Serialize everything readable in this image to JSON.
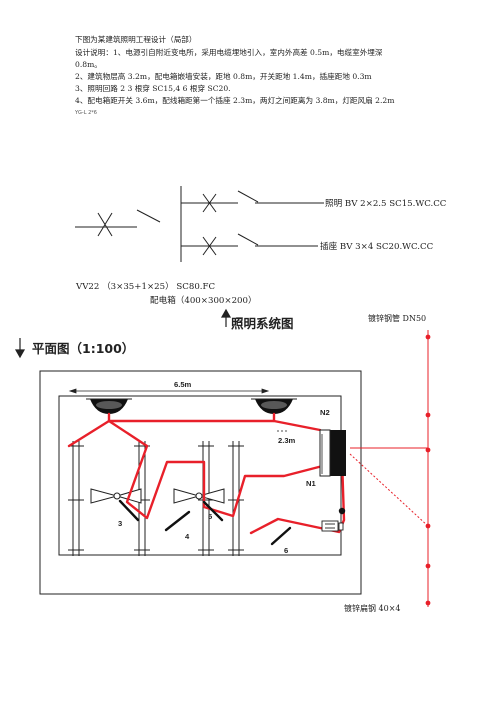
{
  "intro": "下图为某建筑照明工程设计（局部）",
  "notes": [
    "设计说明：1、电源引自附近变电所，采用电缆埋地引入，室内外高差 0.5m，电缆室外埋深",
    "0.8m。",
    "2、建筑物层高 3.2m，配电箱嵌墙安装，距地 0.8m，开关距地 1.4m，插座距地 0.3m",
    "3、照明回路 2 3 根穿 SC15,4 6 根穿 SC20.",
    "4、配电箱距开关 3.6m，配线箱距第一个插座 2.3m，两灯之间距离为 3.8m，灯距风扇 2.2m"
  ],
  "small_note": "YG-L 2*6",
  "system": {
    "lighting_circuit": "照明 BV 2×2.5 SC15.WC.CC",
    "socket_circuit": "插座 BV 3×4 SC20.WC.CC",
    "cable": "VV22 （3×35+1×25） SC80.FC",
    "panel": "配电箱（400×300×200）"
  },
  "titles": {
    "system_title": "照明系统图",
    "plan_title": "平面图（1:100）"
  },
  "plan": {
    "dim_width": "6.5m",
    "dim_socket": "2.3m",
    "n1": "N1",
    "n2": "N2",
    "num3": "3",
    "num4": "4",
    "num5": "5",
    "num6": "6",
    "steel_pipe": "镀锌钢管 DN50",
    "flat_steel": "镀锌扁钢 40×4"
  },
  "colors": {
    "wire_red": "#e8202a",
    "ink": "#222222"
  }
}
